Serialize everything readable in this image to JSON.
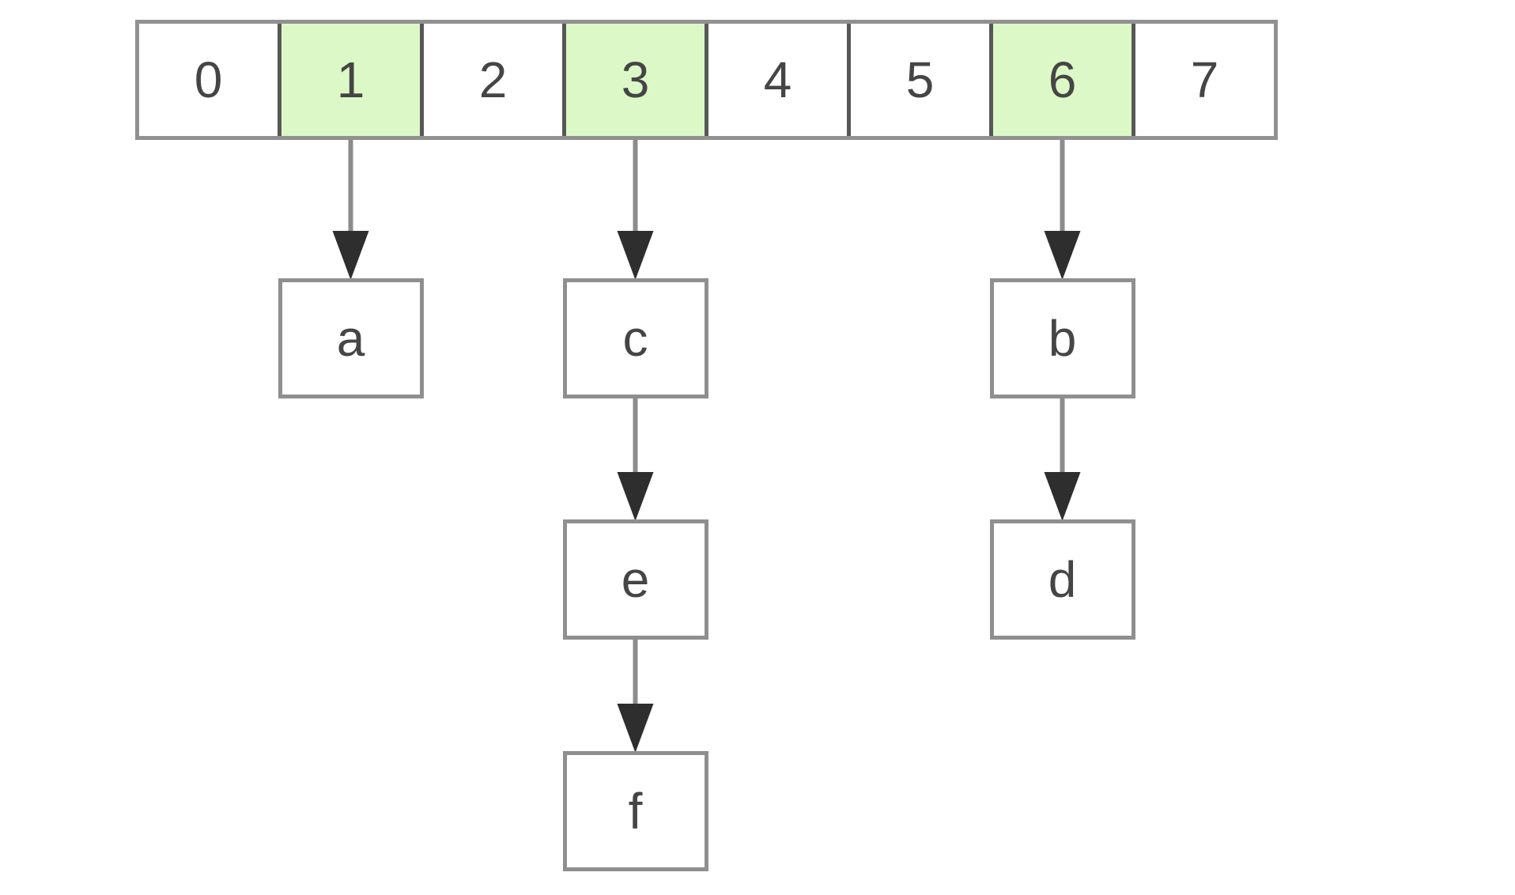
{
  "diagram": {
    "type": "hash-table-separate-chaining",
    "colors": {
      "background": "#ffffff",
      "cell_fill": "#ffffff",
      "highlight_fill": "#dcf8c6",
      "outer_border": "#919191",
      "divider": "#575757",
      "node_border": "#8f8f8f",
      "node_fill": "#ffffff",
      "arrow_shaft": "#8c8c8c",
      "arrow_head": "#2e2e2e",
      "text": "#454545"
    },
    "array": {
      "cells": [
        {
          "label": "0",
          "highlighted": false
        },
        {
          "label": "1",
          "highlighted": true
        },
        {
          "label": "2",
          "highlighted": false
        },
        {
          "label": "3",
          "highlighted": true
        },
        {
          "label": "4",
          "highlighted": false
        },
        {
          "label": "5",
          "highlighted": false
        },
        {
          "label": "6",
          "highlighted": true
        },
        {
          "label": "7",
          "highlighted": false
        }
      ]
    },
    "chains": [
      {
        "bucket": "1",
        "nodes": [
          {
            "label": "a"
          }
        ]
      },
      {
        "bucket": "3",
        "nodes": [
          {
            "label": "c"
          },
          {
            "label": "e"
          },
          {
            "label": "f"
          }
        ]
      },
      {
        "bucket": "6",
        "nodes": [
          {
            "label": "b"
          },
          {
            "label": "d"
          }
        ]
      }
    ]
  }
}
